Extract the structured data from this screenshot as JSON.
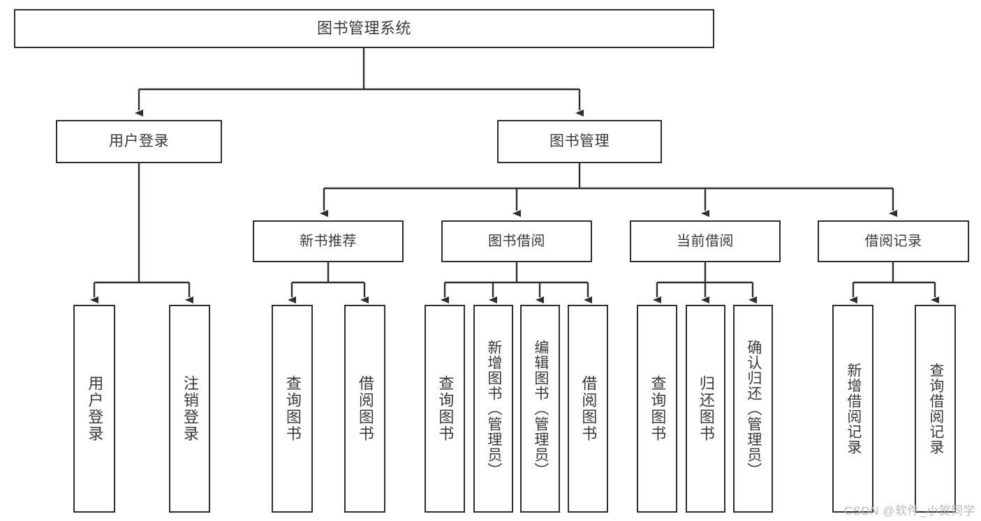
{
  "diagram": {
    "title_node": "图书管理系统",
    "watermark": "CSDN @软件_小贺同学",
    "colors": {
      "box_border": "#2e2e2e",
      "box_fill": "#ffffff",
      "text": "#3a3a3a",
      "wire": "#2e2e2e",
      "watermark": "#b9b9b9",
      "background": "#ffffff"
    },
    "level2": [
      {
        "label": "用户登录"
      },
      {
        "label": "图书管理"
      }
    ],
    "level3": [
      {
        "label": "新书推荐"
      },
      {
        "label": "图书借阅"
      },
      {
        "label": "当前借阅"
      },
      {
        "label": "借阅记录"
      }
    ],
    "leaves": {
      "user_login": [
        {
          "label": "用户登录"
        },
        {
          "label": "注销登录"
        }
      ],
      "new_book_recommend": [
        {
          "label": "查询图书"
        },
        {
          "label": "借阅图书"
        }
      ],
      "book_borrow": [
        {
          "label": "查询图书"
        },
        {
          "label": "新增图书（管理员）"
        },
        {
          "label": "编辑图书（管理员）"
        },
        {
          "label": "借阅图书"
        }
      ],
      "current_borrow": [
        {
          "label": "查询图书"
        },
        {
          "label": "归还图书"
        },
        {
          "label": "确认归还（管理员）"
        }
      ],
      "borrow_record": [
        {
          "label": "新增借阅记录"
        },
        {
          "label": "查询借阅记录"
        }
      ]
    }
  }
}
